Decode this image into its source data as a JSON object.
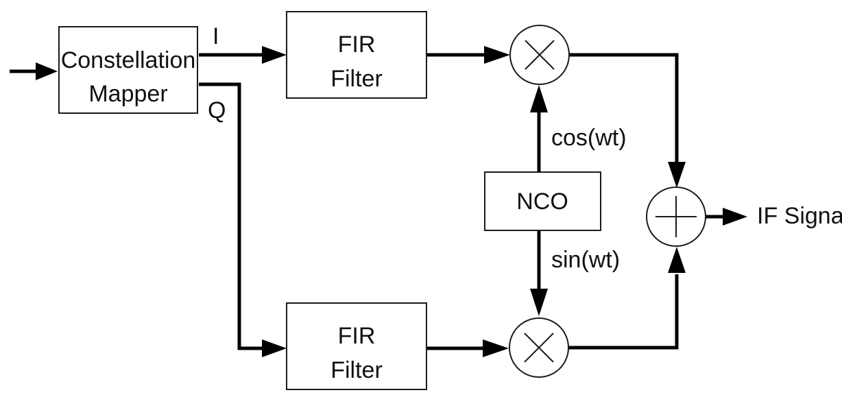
{
  "diagram": {
    "blocks": {
      "mapper": {
        "line1": "Constellation",
        "line2": "Mapper"
      },
      "fir_top": {
        "line1": "FIR",
        "line2": "Filter"
      },
      "fir_bottom": {
        "line1": "FIR",
        "line2": "Filter"
      },
      "nco": {
        "label": "NCO"
      }
    },
    "signals": {
      "i": "I",
      "q": "Q",
      "cos": "cos(wt)",
      "sin": "sin(wt)",
      "output": "IF Signal"
    },
    "operators": {
      "mixer_top": "multiply",
      "mixer_bottom": "multiply",
      "summer": "add"
    }
  }
}
